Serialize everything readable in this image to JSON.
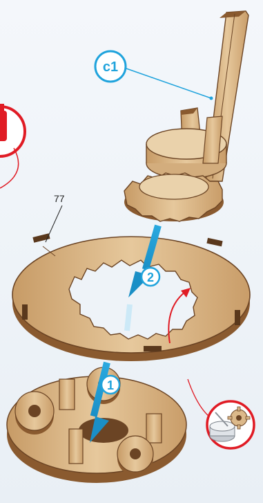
{
  "diagram": {
    "part_callout": "c1",
    "part_number": "77",
    "steps": [
      "2",
      "1"
    ]
  },
  "colors": {
    "wood": "#dcb98a",
    "wood_light": "#ead2ab",
    "wood_dark": "#8a5a2f",
    "edge": "#6b4424",
    "arrow_blue": "#2aa9df",
    "callout_blue": "#1fa3dc",
    "accent_red": "#e01b24"
  },
  "icons": [
    "bottle-icon",
    "lubricant-gear-icon"
  ]
}
